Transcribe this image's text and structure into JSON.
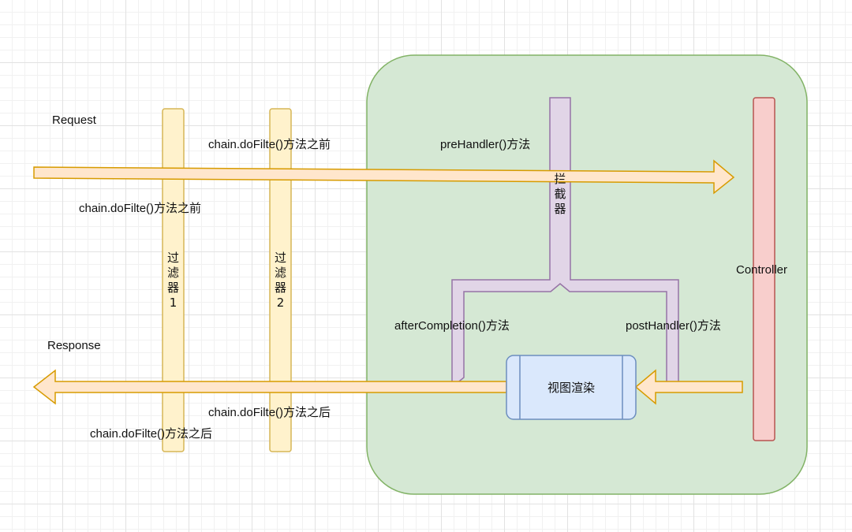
{
  "labels": {
    "request": "Request",
    "response": "Response",
    "filter1_before": "chain.doFilte()方法之前",
    "filter2_before": "chain.doFilte()方法之前",
    "filter1_after": "chain.doFilte()方法之后",
    "filter2_after": "chain.doFilte()方法之后",
    "pre_handler": "preHandler()方法",
    "post_handler": "postHandler()方法",
    "after_completion": "afterCompletion()方法",
    "controller": "Controller",
    "view_render": "视图渲染"
  },
  "filter1": {
    "chars": [
      "过",
      "滤",
      "器",
      "1"
    ]
  },
  "filter2": {
    "chars": [
      "过",
      "滤",
      "器",
      "2"
    ]
  },
  "interceptor": {
    "chars": [
      "拦",
      "截",
      "器"
    ]
  },
  "colors": {
    "filter_fill": "#fff2cc",
    "filter_stroke": "#d6b656",
    "arrow_fill": "#ffe6cc",
    "arrow_stroke": "#d79b00",
    "container_fill": "#d5e8d4",
    "container_stroke": "#82b366",
    "interceptor_fill": "#e1d5e7",
    "interceptor_stroke": "#9673a6",
    "controller_fill": "#f8cecc",
    "controller_stroke": "#b85450",
    "view_fill": "#dae8fc",
    "view_stroke": "#6c8ebf"
  }
}
